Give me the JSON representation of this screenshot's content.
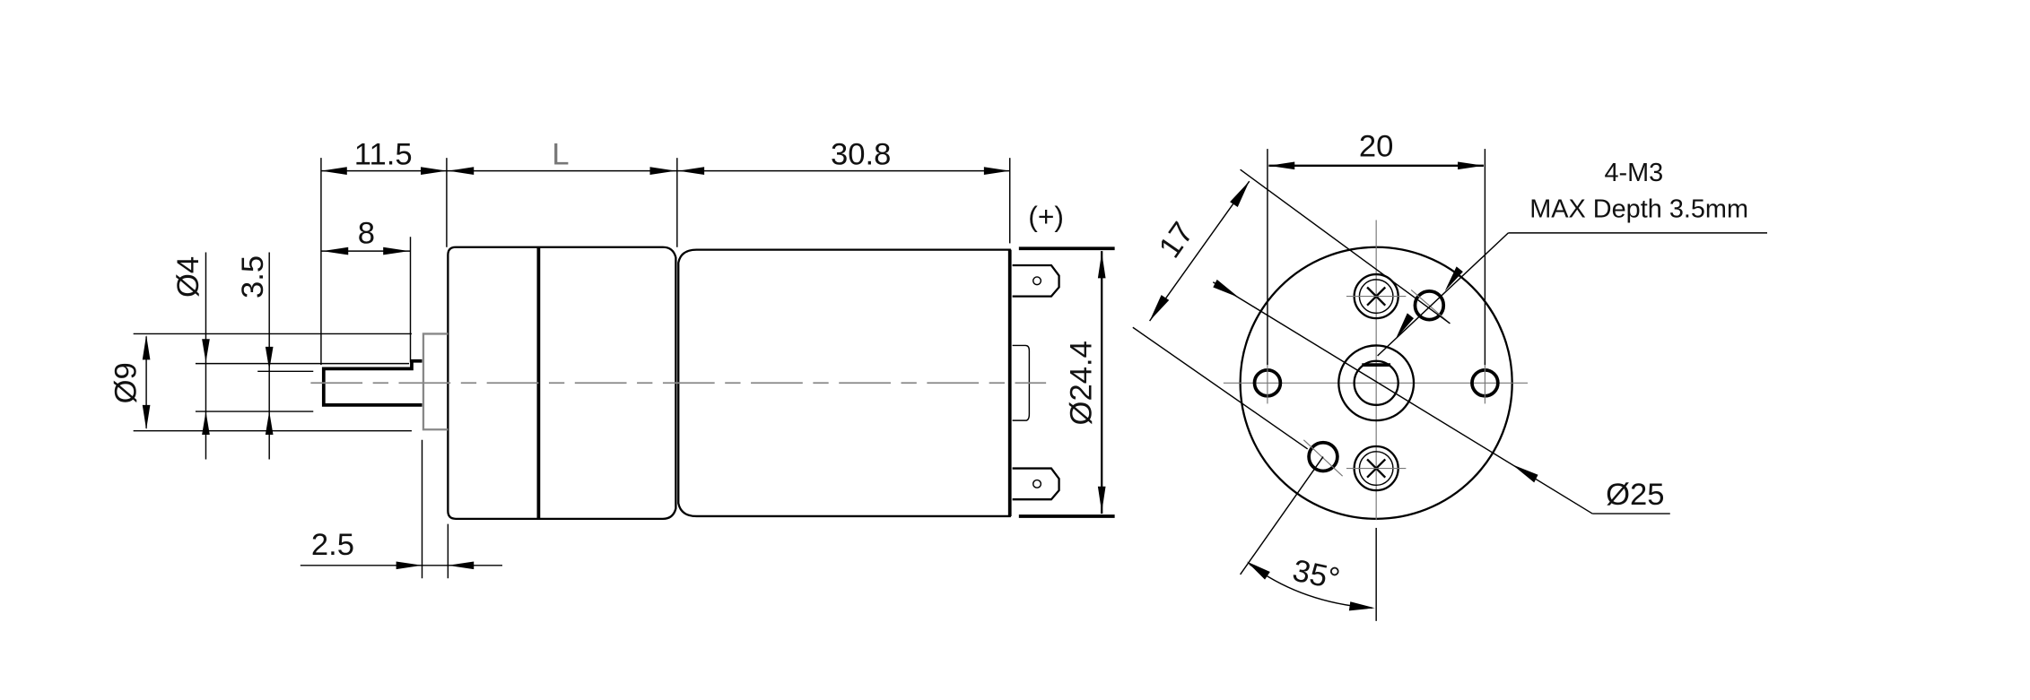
{
  "drawing": {
    "title": "Geared DC motor dimension drawing",
    "colors": {
      "line": "#000000",
      "centerline": "#888888",
      "background": "#ffffff"
    },
    "side_view": {
      "labels": {
        "shaft_to_flange": "11.5",
        "gearbox_length": "L",
        "motor_length": "30.8",
        "shaft_flat_length": "8",
        "shaft_diameter": "Ø4",
        "flat_height": "3.5",
        "boss_diameter": "Ø9",
        "boss_thickness": "2.5",
        "motor_diameter": "Ø24.4",
        "polarity": "(+)"
      }
    },
    "end_view": {
      "labels": {
        "hole_spacing": "20",
        "diagonal_spacing": "17",
        "thread_spec": "4-M3",
        "thread_depth": "MAX Depth 3.5mm",
        "gearbox_diameter": "Ø25",
        "angle": "35°"
      }
    }
  }
}
